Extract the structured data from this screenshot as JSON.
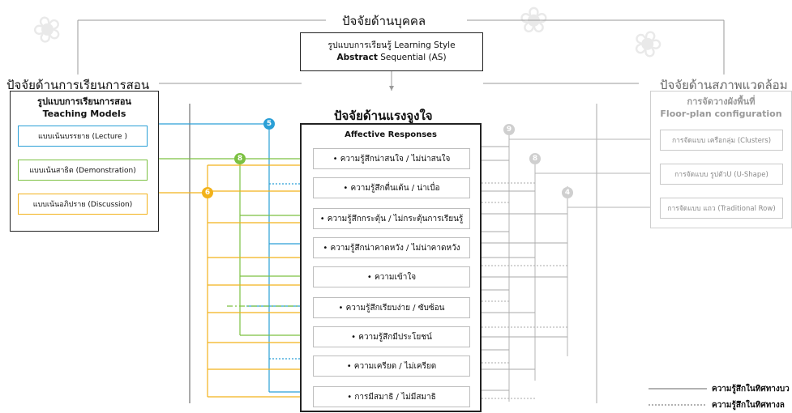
{
  "headers": {
    "personal_factor": "ปัจจัยด้านบุคคล",
    "teaching_factor": "ปัจจัยด้านการเรียนการสอน",
    "environment_factor": "ปัจจัยด้านสภาพแวดล้อม",
    "motivation_factor": "ปัจจัยด้านแรงจูงใจ"
  },
  "learning_style": {
    "line1": "รูปแบบการเรียนรู้ Learning Style",
    "line2_bold": "Abstract",
    "line2_rest": " Sequential (AS)"
  },
  "teaching_models": {
    "title_th": "รูปแบบการเรียนการสอน",
    "title_en": "Teaching Models",
    "items": [
      {
        "label": "แบบเน้นบรรยาย (Lecture )",
        "color": "#2a9fd6"
      },
      {
        "label": "แบบเน้นสาธิต (Demonstration)",
        "color": "#7cc142"
      },
      {
        "label": "แบบเน้นอภิปราย (Discussion)",
        "color": "#f2b21b"
      }
    ]
  },
  "affective": {
    "title": "Affective Responses",
    "items": [
      "• ความรู้สึกน่าสนใจ / ไม่น่าสนใจ",
      "• ความรู้สึกตื่นเต้น / น่าเบื่อ",
      "• ความรู้สึกกระตุ้น / ไม่กระตุ้นการเรียนรู้",
      "• ความรู้สึกน่าคาดหวัง / ไม่น่าคาดหวัง",
      "• ความเข้าใจ",
      "• ความรู้สึกเรียบง่าย / ซับซ้อน",
      "• ความรู้สึกมีประโยชน์",
      "• ความเครียด / ไม่เครียด",
      "• การมีสมาธิ / ไม่มีสมาธิ"
    ]
  },
  "floor_plan": {
    "title_th": "การจัดวางผังพื้นที่",
    "title_en": "Floor-plan configuration",
    "items": [
      "การจัดแบบ เครือกลุ่ม (Clusters)",
      "การจัดแบบ รูปตัวU (U-Shape)",
      "การจัดแบบ แถว (Traditional Row)"
    ]
  },
  "badges": {
    "lecture": "5",
    "demonstration": "8",
    "discussion": "6",
    "env1": "9",
    "env2": "8",
    "env3": "4"
  },
  "legend": {
    "solid": "ความรู้สึกในทิศทางบว",
    "dotted": "ความรู้สึกในทิศทางล"
  },
  "colors": {
    "lecture": "#2a9fd6",
    "demonstration": "#7cc142",
    "discussion": "#f2b21b",
    "environment": "#b5b5b5"
  }
}
